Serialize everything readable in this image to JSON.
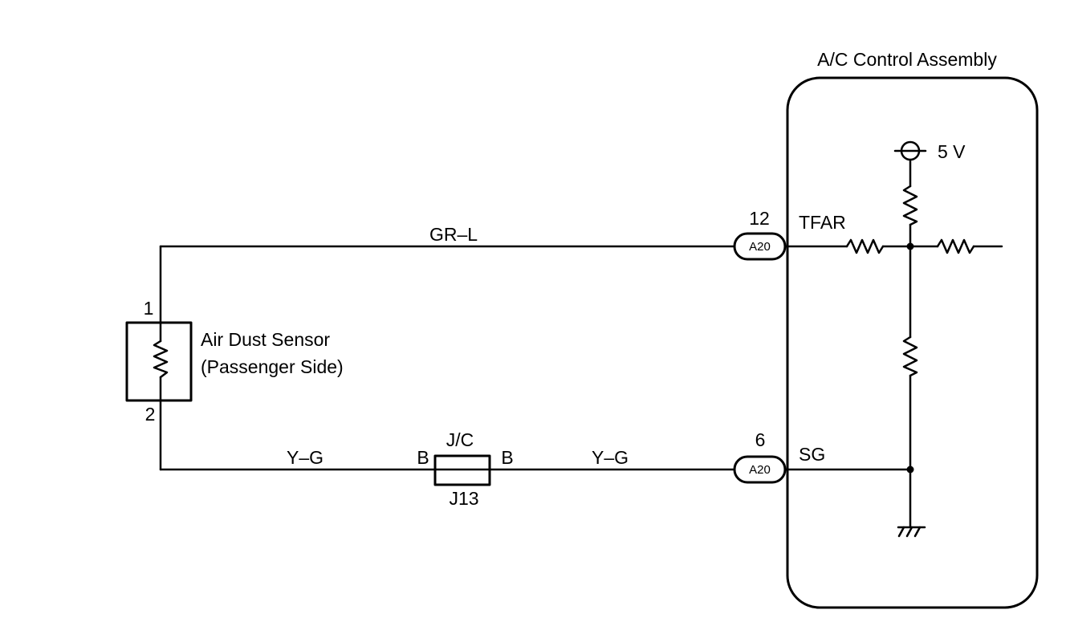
{
  "control_assembly": {
    "title": "A/C Control Assembly",
    "supply": "5 V",
    "terminal_top": "TFAR",
    "terminal_bottom": "SG"
  },
  "connectors": [
    {
      "pin": "12",
      "id": "A20"
    },
    {
      "pin": "6",
      "id": "A20"
    }
  ],
  "sensor": {
    "name": "Air Dust Sensor",
    "side": "(Passenger Side)",
    "pin_top": "1",
    "pin_bottom": "2"
  },
  "wires": {
    "top": "GR–L",
    "bottom_left": "Y–G",
    "bottom_right": "Y–G"
  },
  "junction": {
    "label": "J/C",
    "id": "J13",
    "pin_left": "B",
    "pin_right": "B"
  }
}
